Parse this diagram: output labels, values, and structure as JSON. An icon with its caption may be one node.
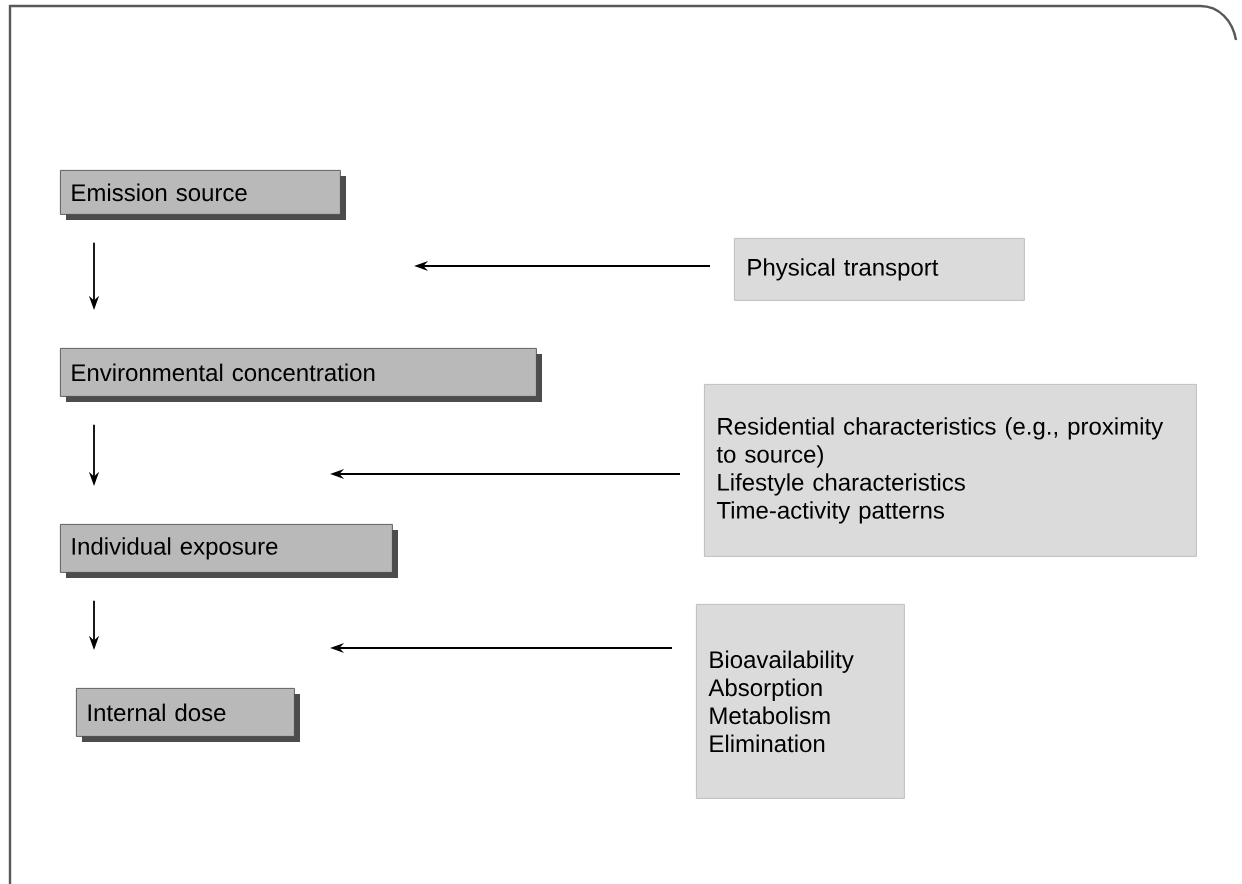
{
  "diagram": {
    "nodes": [
      {
        "text": [
          "Emission source"
        ]
      },
      {
        "text": [
          "Physical transport"
        ]
      },
      {
        "text": [
          "Environmental concentration"
        ]
      },
      {
        "text": [
          "Residential characteristics (e.g., proximity to source)",
          "Lifestyle characteristics",
          "Time-activity patterns"
        ]
      },
      {
        "text": [
          "Individual exposure"
        ]
      },
      {
        "text": [
          "Bioavailability",
          "Absorption",
          "Metabolism",
          "Elimination"
        ]
      },
      {
        "text": [
          "Internal dose"
        ]
      }
    ],
    "edges": [
      {
        "from": 0,
        "to": 2,
        "arrow": "to"
      },
      {
        "from": 2,
        "to": 4,
        "arrow": "to"
      },
      {
        "from": 4,
        "to": 6,
        "arrow": "to"
      },
      {
        "from": 1,
        "to": null,
        "arrow": "to"
      },
      {
        "from": 3,
        "to": null,
        "arrow": "to"
      },
      {
        "from": 5,
        "to": null,
        "arrow": "to"
      }
    ]
  }
}
